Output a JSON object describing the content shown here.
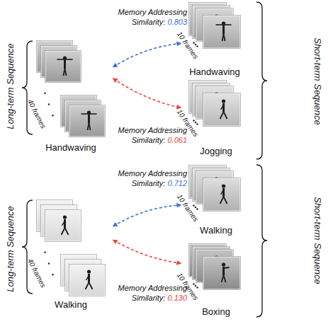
{
  "diagram": {
    "nodes": [
      {
        "text": [
          "40 frames",
          "Handwaving"
        ]
      },
      {
        "text": [
          "10 frames",
          "Handwaving"
        ]
      },
      {
        "text": [
          "10 frames",
          "Jogging"
        ]
      },
      {
        "text": [
          "40 frames",
          "Walking"
        ]
      },
      {
        "text": [
          "10 frames",
          "Walking"
        ]
      },
      {
        "text": [
          "10 frames",
          "Boxing"
        ]
      }
    ],
    "edges": [
      {
        "from": 0,
        "to": 1,
        "arrow": "both",
        "label": "Memory Addressing Similarity: 0.803"
      },
      {
        "from": 0,
        "to": 2,
        "arrow": "both",
        "label": "Memory Addressing Similarity: 0.061"
      },
      {
        "from": 3,
        "to": 4,
        "arrow": "both",
        "label": "Memory Addressing Similarity: 0.712"
      },
      {
        "from": 3,
        "to": 5,
        "arrow": "both",
        "label": "Memory Addressing Similarity: 0.130"
      }
    ],
    "labels": [
      "Long-term Sequence",
      "Short-term Sequence",
      "Long-term Sequence",
      "Short-term Sequence"
    ]
  }
}
